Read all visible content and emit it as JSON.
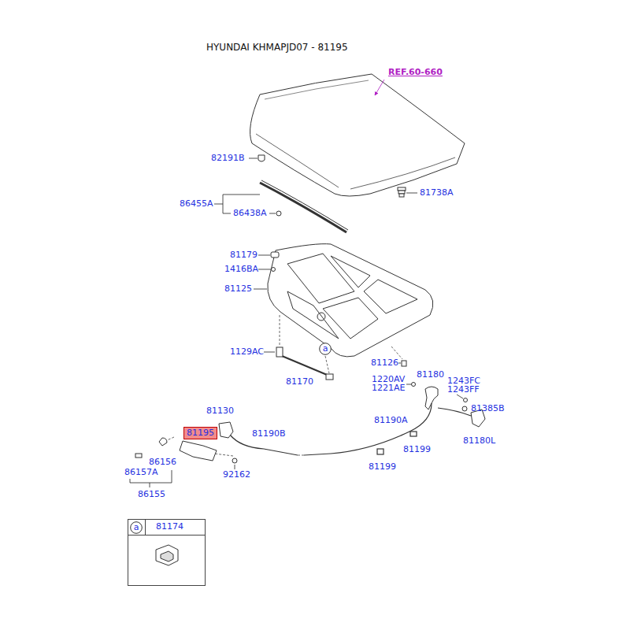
{
  "diagram": {
    "title": "HYUNDAI KHMAPJD07 - 81195",
    "nodes": [
      {
        "text": [
          "a"
        ]
      },
      {
        "text": [
          "81195"
        ]
      },
      {
        "text": [
          "81174"
        ]
      },
      {
        "text": [
          "a"
        ],
        "in": 2
      }
    ],
    "labels": [
      "REF.60-660",
      "82191B",
      "81738A",
      "86455A",
      "86438A",
      "81179",
      "1416BA",
      "81125",
      "1129AC",
      "81126",
      "81170",
      "81180",
      "1220AV",
      "1221AE",
      "1243FC",
      "1243FF",
      "81385B",
      "81180L",
      "81130",
      "81190B",
      "81190A",
      "81199",
      "81199",
      "86156",
      "86157A",
      "86155",
      "92162"
    ]
  }
}
